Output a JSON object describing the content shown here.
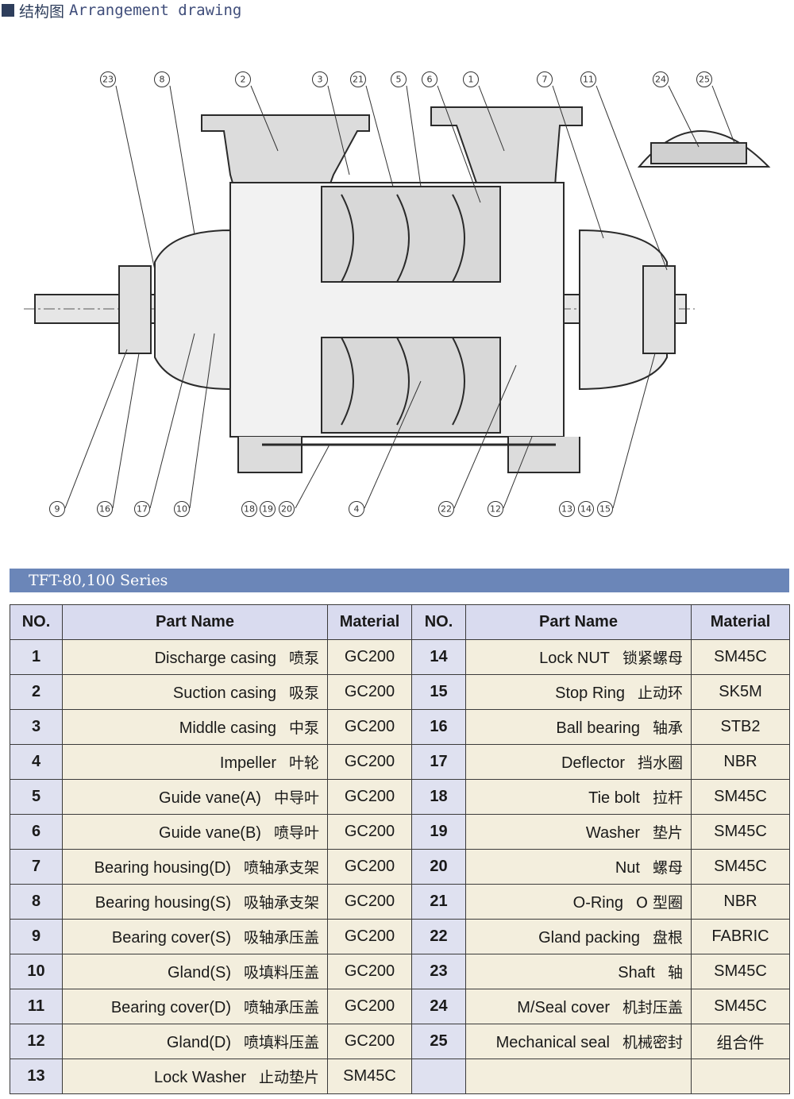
{
  "header": {
    "title_zh": "结构图",
    "title_en": "Arrangement drawing"
  },
  "drawing": {
    "callouts_top": [
      "23",
      "8",
      "2",
      "3",
      "21",
      "5",
      "6",
      "1",
      "7",
      "11",
      "24",
      "25"
    ],
    "callouts_bottom": [
      "9",
      "16",
      "17",
      "10",
      "18",
      "19",
      "20",
      "4",
      "22",
      "12",
      "13",
      "14",
      "15"
    ]
  },
  "series_title": "TFT-80,100 Series",
  "table": {
    "headers": {
      "no": "NO.",
      "part_name": "Part Name",
      "material": "Material"
    },
    "rows": [
      {
        "left": {
          "no": "1",
          "name": "Discharge casing",
          "cn": "喷泵",
          "mat": "GC200"
        },
        "right": {
          "no": "14",
          "name": "Lock NUT",
          "cn": "锁紧螺母",
          "mat": "SM45C"
        }
      },
      {
        "left": {
          "no": "2",
          "name": "Suction casing",
          "cn": "吸泵",
          "mat": "GC200"
        },
        "right": {
          "no": "15",
          "name": "Stop Ring",
          "cn": "止动环",
          "mat": "SK5M"
        }
      },
      {
        "left": {
          "no": "3",
          "name": "Middle casing",
          "cn": "中泵",
          "mat": "GC200"
        },
        "right": {
          "no": "16",
          "name": "Ball bearing",
          "cn": "轴承",
          "mat": "STB2"
        }
      },
      {
        "left": {
          "no": "4",
          "name": "Impeller",
          "cn": "叶轮",
          "mat": "GC200"
        },
        "right": {
          "no": "17",
          "name": "Deflector",
          "cn": "挡水圈",
          "mat": "NBR"
        }
      },
      {
        "left": {
          "no": "5",
          "name": "Guide vane(A)",
          "cn": "中导叶",
          "mat": "GC200"
        },
        "right": {
          "no": "18",
          "name": "Tie bolt",
          "cn": "拉杆",
          "mat": "SM45C"
        }
      },
      {
        "left": {
          "no": "6",
          "name": "Guide vane(B)",
          "cn": "喷导叶",
          "mat": "GC200"
        },
        "right": {
          "no": "19",
          "name": "Washer",
          "cn": "垫片",
          "mat": "SM45C"
        }
      },
      {
        "left": {
          "no": "7",
          "name": "Bearing housing(D)",
          "cn": "喷轴承支架",
          "mat": "GC200"
        },
        "right": {
          "no": "20",
          "name": "Nut",
          "cn": "螺母",
          "mat": "SM45C"
        }
      },
      {
        "left": {
          "no": "8",
          "name": "Bearing housing(S)",
          "cn": "吸轴承支架",
          "mat": "GC200"
        },
        "right": {
          "no": "21",
          "name": "O-Ring",
          "cn": "O 型圈",
          "mat": "NBR"
        }
      },
      {
        "left": {
          "no": "9",
          "name": "Bearing cover(S)",
          "cn": "吸轴承压盖",
          "mat": "GC200"
        },
        "right": {
          "no": "22",
          "name": "Gland packing",
          "cn": "盘根",
          "mat": "FABRIC"
        }
      },
      {
        "left": {
          "no": "10",
          "name": "Gland(S)",
          "cn": "吸填料压盖",
          "mat": "GC200"
        },
        "right": {
          "no": "23",
          "name": "Shaft",
          "cn": "轴",
          "mat": "SM45C"
        }
      },
      {
        "left": {
          "no": "11",
          "name": "Bearing cover(D)",
          "cn": "喷轴承压盖",
          "mat": "GC200"
        },
        "right": {
          "no": "24",
          "name": "M/Seal cover",
          "cn": "机封压盖",
          "mat": "SM45C"
        }
      },
      {
        "left": {
          "no": "12",
          "name": "Gland(D)",
          "cn": "喷填料压盖",
          "mat": "GC200"
        },
        "right": {
          "no": "25",
          "name": "Mechanical seal",
          "cn": "机械密封",
          "mat": "组合件"
        }
      },
      {
        "left": {
          "no": "13",
          "name": "Lock Washer",
          "cn": "止动垫片",
          "mat": "SM45C"
        },
        "right": {
          "no": "",
          "name": "",
          "cn": "",
          "mat": ""
        }
      }
    ]
  }
}
